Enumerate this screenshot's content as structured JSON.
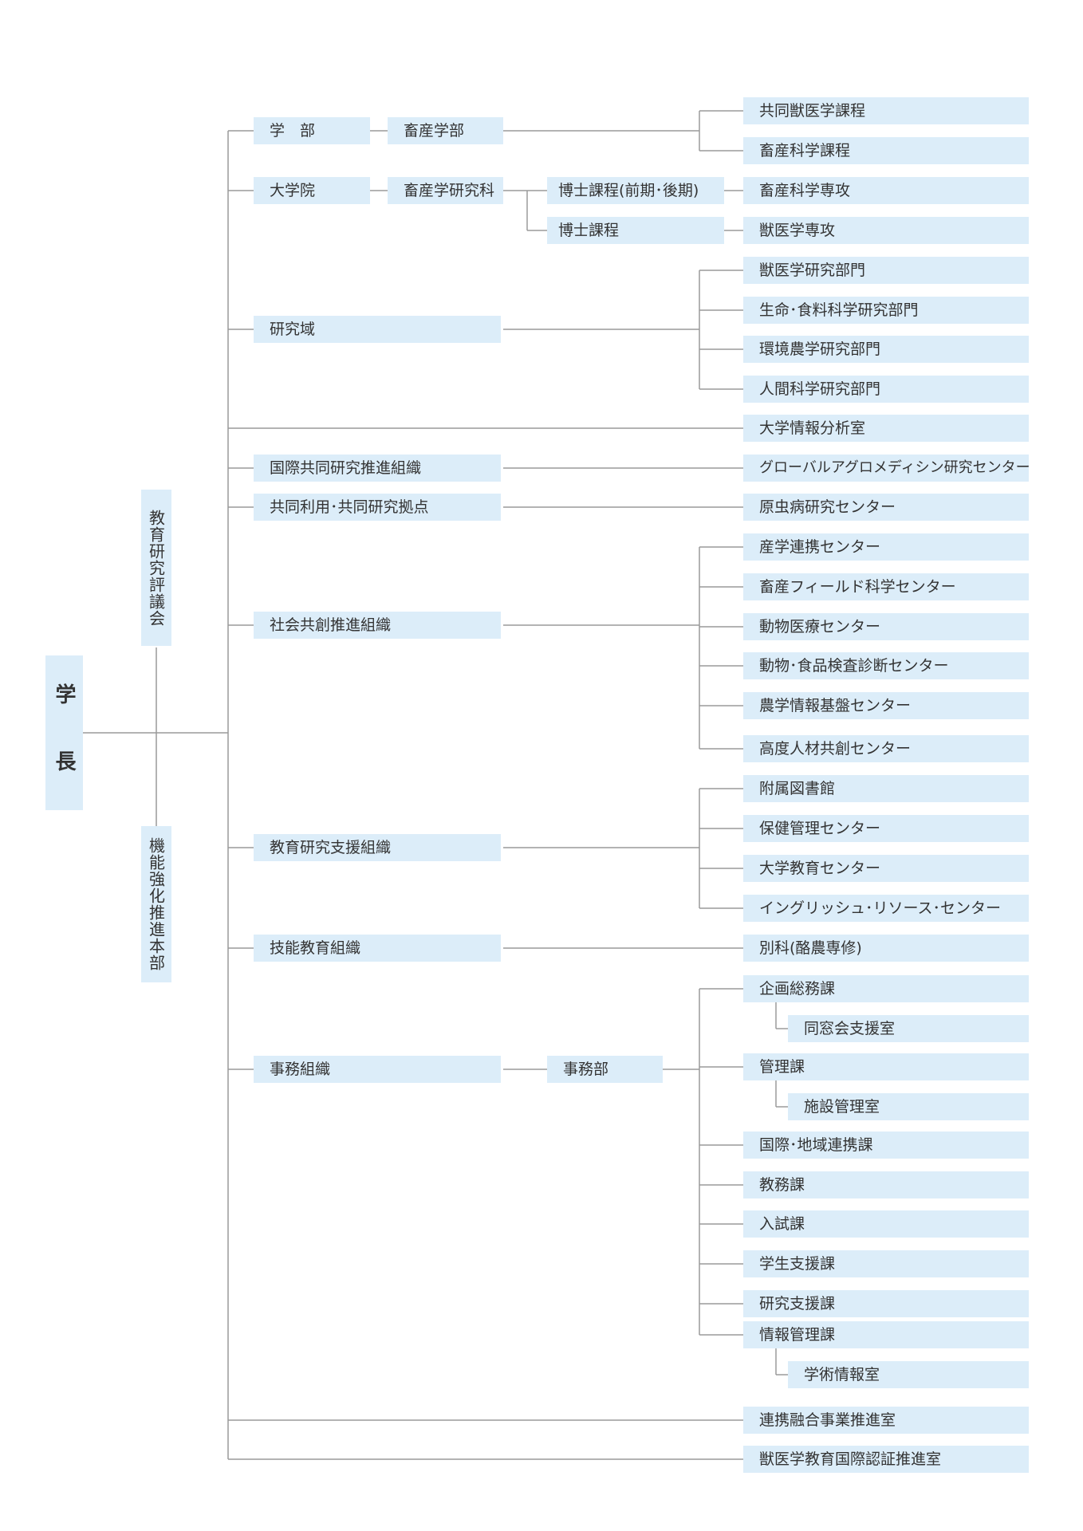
{
  "president": "学 長",
  "councils": {
    "education_research": "教育研究評議会",
    "function_strengthening": "機能強化推進本部"
  },
  "col1": {
    "faculty": "学　部",
    "graduate": "大学院",
    "research_area": "研究域",
    "intl_joint": "国際共同研究推進組織",
    "joint_use": "共同利用･共同研究拠点",
    "social": "社会共創推進組織",
    "edu_support": "教育研究支援組織",
    "skill": "技能教育組織",
    "office": "事務組織"
  },
  "col2": {
    "animal_faculty": "畜産学部",
    "animal_grad": "畜産学研究科",
    "office_dept": "事務部"
  },
  "col3": {
    "doctoral_prepost": "博士課程(前期･後期)",
    "doctoral": "博士課程"
  },
  "right": {
    "vet_joint_course": "共同獣医学課程",
    "animal_sci_course": "畜産科学課程",
    "animal_sci_major": "畜産科学専攻",
    "vet_major": "獣医学専攻",
    "vet_research": "獣医学研究部門",
    "life_food_research": "生命･食料科学研究部門",
    "env_agri_research": "環境農学研究部門",
    "human_sci_research": "人間科学研究部門",
    "univ_info_analysis": "大学情報分析室",
    "global_agromedicine": "グローバルアグロメディシン研究センター",
    "protozoan": "原虫病研究センター",
    "industry_collab": "産学連携センター",
    "field_science": "畜産フィールド科学センター",
    "animal_medical": "動物医療センター",
    "animal_food_diag": "動物･食品検査診断センター",
    "agri_info": "農学情報基盤センター",
    "advanced_hr": "高度人材共創センター",
    "library": "附属図書館",
    "health": "保健管理センター",
    "univ_education": "大学教育センター",
    "english_resource": "イングリッシュ･リソース･センター",
    "dairy_course": "別科(酪農専修)",
    "planning": "企画総務課",
    "alumni": "同窓会支援室",
    "management": "管理課",
    "facility": "施設管理室",
    "intl_regional": "国際･地域連携課",
    "academic_affairs": "教務課",
    "admission": "入試課",
    "student_support": "学生支援課",
    "research_support": "研究支援課",
    "info_management": "情報管理課",
    "academic_info": "学術情報室",
    "collab_fusion": "連携融合事業推進室",
    "vet_accreditation": "獣医学教育国際認証推進室"
  }
}
